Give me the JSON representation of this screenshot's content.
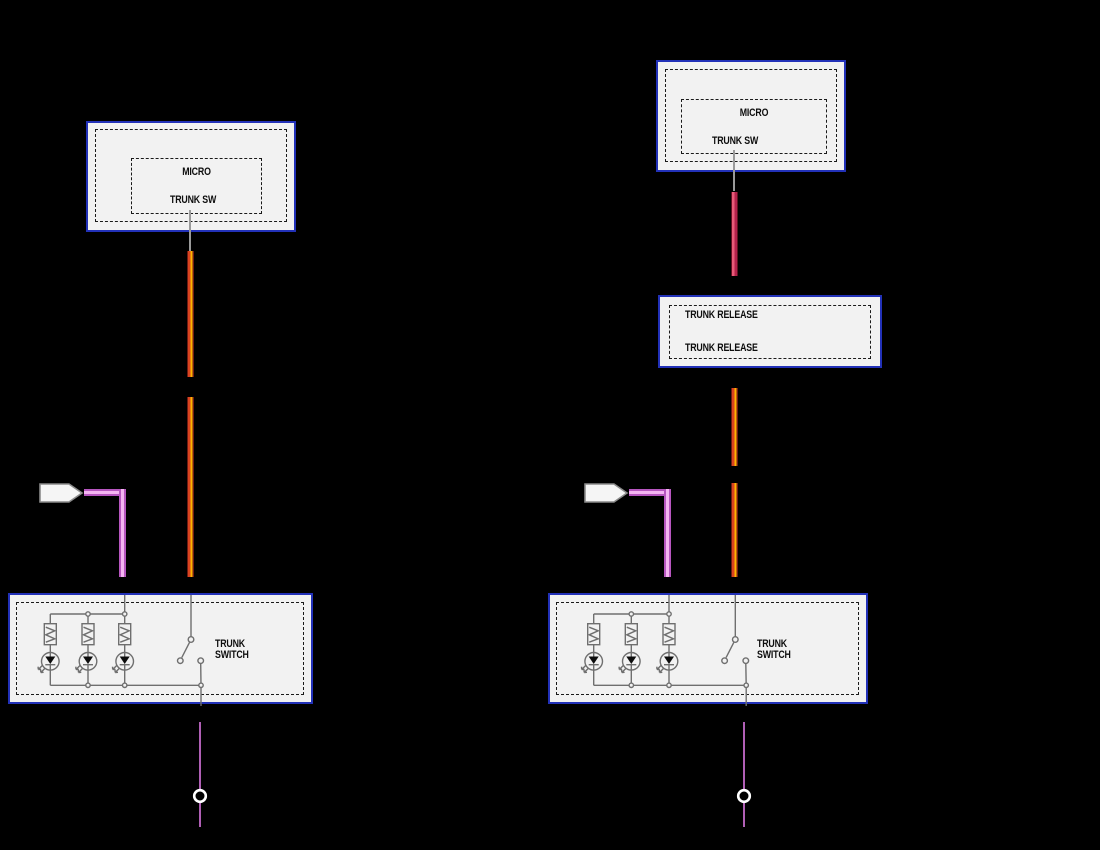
{
  "diagram": {
    "left_circuit": {
      "ecu_box": {
        "micro_label": "MICRO",
        "trunk_sw_label": "TRUNK SW"
      },
      "switch_box": {
        "label": "TRUNK\nSWITCH"
      }
    },
    "right_circuit": {
      "ecu_box": {
        "micro_label": "MICRO",
        "trunk_sw_label": "TRUNK SW"
      },
      "release_box": {
        "line1": "TRUNK RELEASE",
        "line2": "TRUNK RELEASE"
      },
      "switch_box": {
        "label": "TRUNK\nSWITCH"
      }
    }
  },
  "colors": {
    "background": "#000000",
    "box_fill": "#f2f2f2",
    "box_border": "#2231b8",
    "dash_color": "#1a1a1a",
    "circuit_line": "#6f6f6f",
    "text_color": "#0d0d0d",
    "stub_gray": "#9a9a9a",
    "wire_orange_edge": "#6f1b14",
    "wire_orange_red": "#d9441f",
    "wire_orange_yellow": "#ffb400",
    "wire_red_edge": "#5f1020",
    "wire_red_light": "#e85a78",
    "wire_red_dark": "#b3214b",
    "wire_pink_edge": "#b756c0",
    "wire_pink_core": "#f5b5f2",
    "wire_purple": "#b05fb5",
    "connector_fill": "#f5f5f5",
    "connector_border": "#8a8a8a",
    "ring_color": "#ffffff"
  }
}
